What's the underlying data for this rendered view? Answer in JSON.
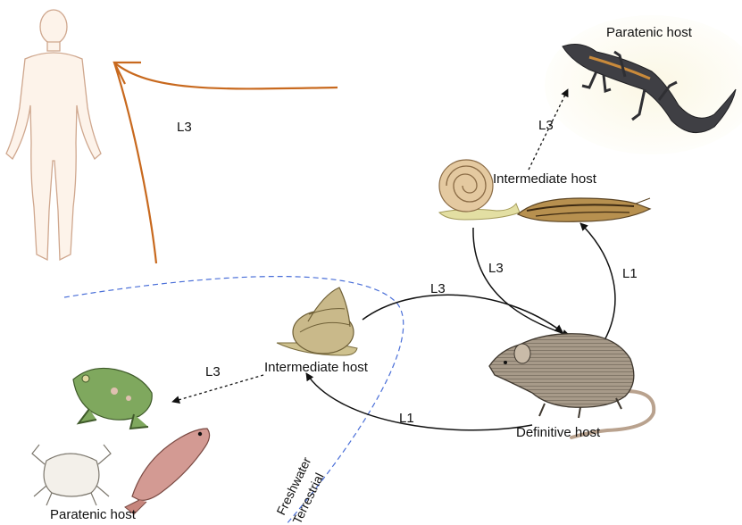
{
  "labels": {
    "paratenic_host_top": "Paratenic host",
    "intermediate_host_top": "Intermediate host",
    "intermediate_host_mid": "Intermediate host",
    "definitive_host": "Definitive host",
    "paratenic_host_bottom": "Paratenic host",
    "freshwater": "Freshwater",
    "terrestrial": "Terrestrial"
  },
  "stages": {
    "human_l3": "L3",
    "lizard_l3": "L3",
    "snail_to_rat_l3": "L3",
    "rat_to_slug_l1": "L1",
    "aquatic_snail_to_rat_l3": "L3",
    "rat_to_aquatic_snail_l1": "L1",
    "aquatic_snail_to_frog_l3": "L3"
  },
  "colors": {
    "human_arrow": "#c8691e",
    "boundary_line": "#4a6fd8",
    "arrow": "#111111"
  }
}
